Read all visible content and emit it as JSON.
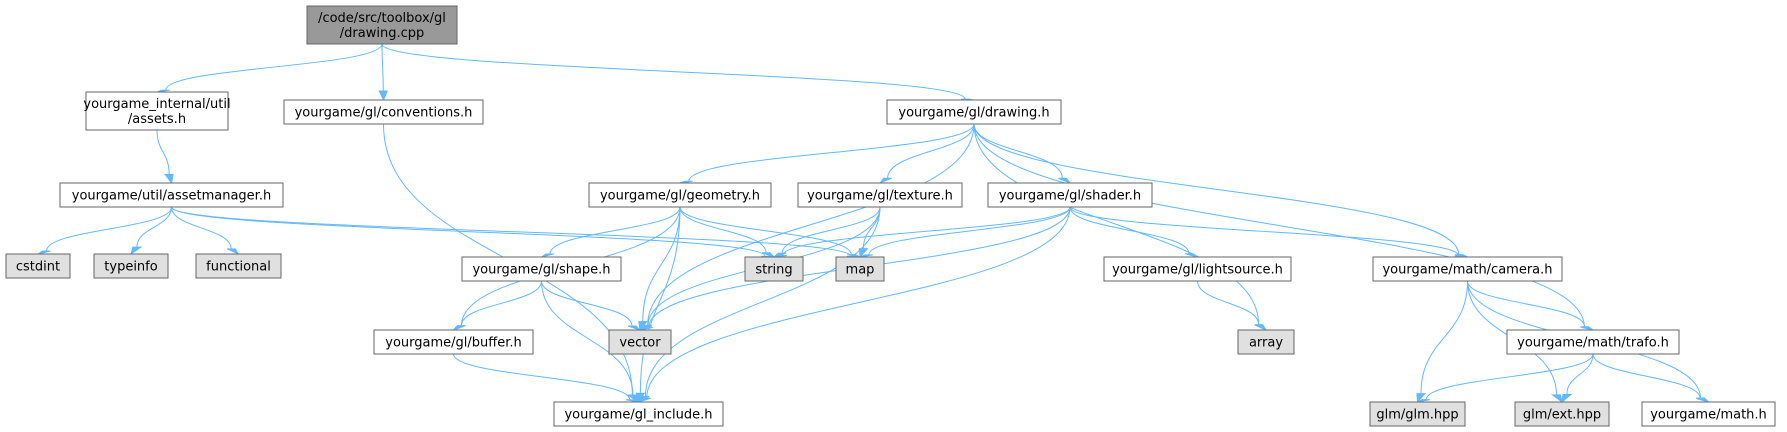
{
  "colors": {
    "edge": "#63b8ff",
    "root_fill": "#999999",
    "header_fill": "#ffffff",
    "system_fill": "#e0e0e0",
    "border": "#666666"
  },
  "nodes": [
    {
      "id": "drawing_cpp",
      "kind": "root",
      "lines": [
        "/code/src/toolbox/gl",
        "/drawing.cpp"
      ]
    },
    {
      "id": "assets_h",
      "kind": "header",
      "lines": [
        "yourgame_internal/util",
        "/assets.h"
      ]
    },
    {
      "id": "conventions_h",
      "kind": "header",
      "lines": [
        "yourgame/gl/conventions.h"
      ]
    },
    {
      "id": "drawing_h",
      "kind": "header",
      "lines": [
        "yourgame/gl/drawing.h"
      ]
    },
    {
      "id": "assetmanager_h",
      "kind": "header",
      "lines": [
        "yourgame/util/assetmanager.h"
      ]
    },
    {
      "id": "geometry_h",
      "kind": "header",
      "lines": [
        "yourgame/gl/geometry.h"
      ]
    },
    {
      "id": "texture_h",
      "kind": "header",
      "lines": [
        "yourgame/gl/texture.h"
      ]
    },
    {
      "id": "shader_h",
      "kind": "header",
      "lines": [
        "yourgame/gl/shader.h"
      ]
    },
    {
      "id": "cstdint",
      "kind": "system",
      "lines": [
        "cstdint"
      ]
    },
    {
      "id": "typeinfo",
      "kind": "system",
      "lines": [
        "typeinfo"
      ]
    },
    {
      "id": "functional",
      "kind": "system",
      "lines": [
        "functional"
      ]
    },
    {
      "id": "string",
      "kind": "system",
      "lines": [
        "string"
      ]
    },
    {
      "id": "map",
      "kind": "system",
      "lines": [
        "map"
      ]
    },
    {
      "id": "shape_h",
      "kind": "header",
      "lines": [
        "yourgame/gl/shape.h"
      ]
    },
    {
      "id": "lightsource_h",
      "kind": "header",
      "lines": [
        "yourgame/gl/lightsource.h"
      ]
    },
    {
      "id": "camera_h",
      "kind": "header",
      "lines": [
        "yourgame/math/camera.h"
      ]
    },
    {
      "id": "buffer_h",
      "kind": "header",
      "lines": [
        "yourgame/gl/buffer.h"
      ]
    },
    {
      "id": "vector",
      "kind": "system",
      "lines": [
        "vector"
      ]
    },
    {
      "id": "array",
      "kind": "system",
      "lines": [
        "array"
      ]
    },
    {
      "id": "trafo_h",
      "kind": "header",
      "lines": [
        "yourgame/math/trafo.h"
      ]
    },
    {
      "id": "gl_include_h",
      "kind": "header",
      "lines": [
        "yourgame/gl_include.h"
      ]
    },
    {
      "id": "glm_hpp",
      "kind": "system",
      "lines": [
        "glm/glm.hpp"
      ]
    },
    {
      "id": "ext_hpp",
      "kind": "system",
      "lines": [
        "glm/ext.hpp"
      ]
    },
    {
      "id": "math_h",
      "kind": "header",
      "lines": [
        "yourgame/math.h"
      ]
    }
  ],
  "edges": [
    [
      "drawing_cpp",
      "assets_h"
    ],
    [
      "drawing_cpp",
      "conventions_h"
    ],
    [
      "drawing_cpp",
      "drawing_h"
    ],
    [
      "assets_h",
      "assetmanager_h"
    ],
    [
      "conventions_h",
      "gl_include_h"
    ],
    [
      "assetmanager_h",
      "cstdint"
    ],
    [
      "assetmanager_h",
      "typeinfo"
    ],
    [
      "assetmanager_h",
      "functional"
    ],
    [
      "assetmanager_h",
      "string"
    ],
    [
      "assetmanager_h",
      "map"
    ],
    [
      "drawing_h",
      "geometry_h"
    ],
    [
      "drawing_h",
      "texture_h"
    ],
    [
      "drawing_h",
      "shader_h"
    ],
    [
      "drawing_h",
      "vector"
    ],
    [
      "drawing_h",
      "array"
    ],
    [
      "drawing_h",
      "camera_h"
    ],
    [
      "drawing_h",
      "trafo_h"
    ],
    [
      "geometry_h",
      "shape_h"
    ],
    [
      "geometry_h",
      "buffer_h"
    ],
    [
      "geometry_h",
      "string"
    ],
    [
      "geometry_h",
      "map"
    ],
    [
      "geometry_h",
      "vector"
    ],
    [
      "geometry_h",
      "gl_include_h"
    ],
    [
      "texture_h",
      "string"
    ],
    [
      "texture_h",
      "map"
    ],
    [
      "texture_h",
      "vector"
    ],
    [
      "texture_h",
      "gl_include_h"
    ],
    [
      "shader_h",
      "string"
    ],
    [
      "shader_h",
      "map"
    ],
    [
      "shader_h",
      "vector"
    ],
    [
      "shader_h",
      "gl_include_h"
    ],
    [
      "shader_h",
      "lightsource_h"
    ],
    [
      "shader_h",
      "camera_h"
    ],
    [
      "shape_h",
      "buffer_h"
    ],
    [
      "shape_h",
      "vector"
    ],
    [
      "shape_h",
      "gl_include_h"
    ],
    [
      "buffer_h",
      "gl_include_h"
    ],
    [
      "lightsource_h",
      "array"
    ],
    [
      "camera_h",
      "trafo_h"
    ],
    [
      "camera_h",
      "glm_hpp"
    ],
    [
      "camera_h",
      "ext_hpp"
    ],
    [
      "camera_h",
      "math_h"
    ],
    [
      "trafo_h",
      "glm_hpp"
    ],
    [
      "trafo_h",
      "ext_hpp"
    ],
    [
      "trafo_h",
      "math_h"
    ]
  ]
}
